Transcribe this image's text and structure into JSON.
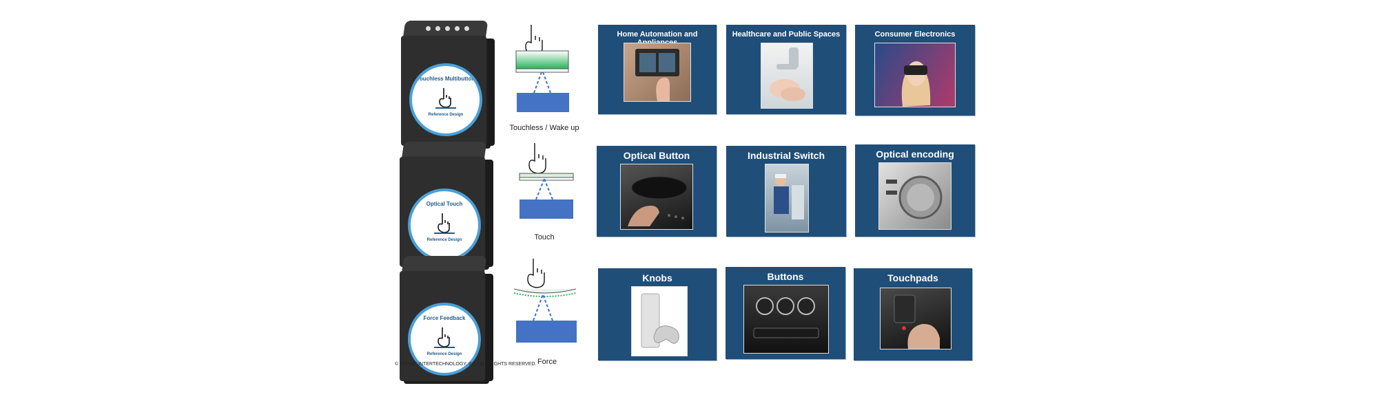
{
  "boxes": [
    {
      "label": "Touchless Multibutton",
      "sub": "Reference Design"
    },
    {
      "label": "Optical Touch",
      "sub": "Reference Design"
    },
    {
      "label": "Force Feedback",
      "sub": "Reference Design"
    }
  ],
  "diagrams": [
    {
      "caption": "Touchless / Wake up"
    },
    {
      "caption": "Touch"
    },
    {
      "caption": "Force"
    }
  ],
  "tiles": [
    {
      "title": "Home Automation and Appliances"
    },
    {
      "title": "Healthcare and Public Spaces"
    },
    {
      "title": "Consumer Electronics"
    },
    {
      "title": "Optical Button"
    },
    {
      "title": "Industrial Switch"
    },
    {
      "title": "Optical encoding"
    },
    {
      "title": "Knobs"
    },
    {
      "title": "Buttons"
    },
    {
      "title": "Touchpads"
    }
  ],
  "footer": {
    "copyright": "© VISHAY INTERTECHNOLOGY, INC. ALL RIGHTS RESERVED."
  },
  "colors": {
    "tile_bg": "#1f4e79",
    "sensor_blue": "#4472c4",
    "beam": "#3b6fd6",
    "green": "#29b35a"
  }
}
